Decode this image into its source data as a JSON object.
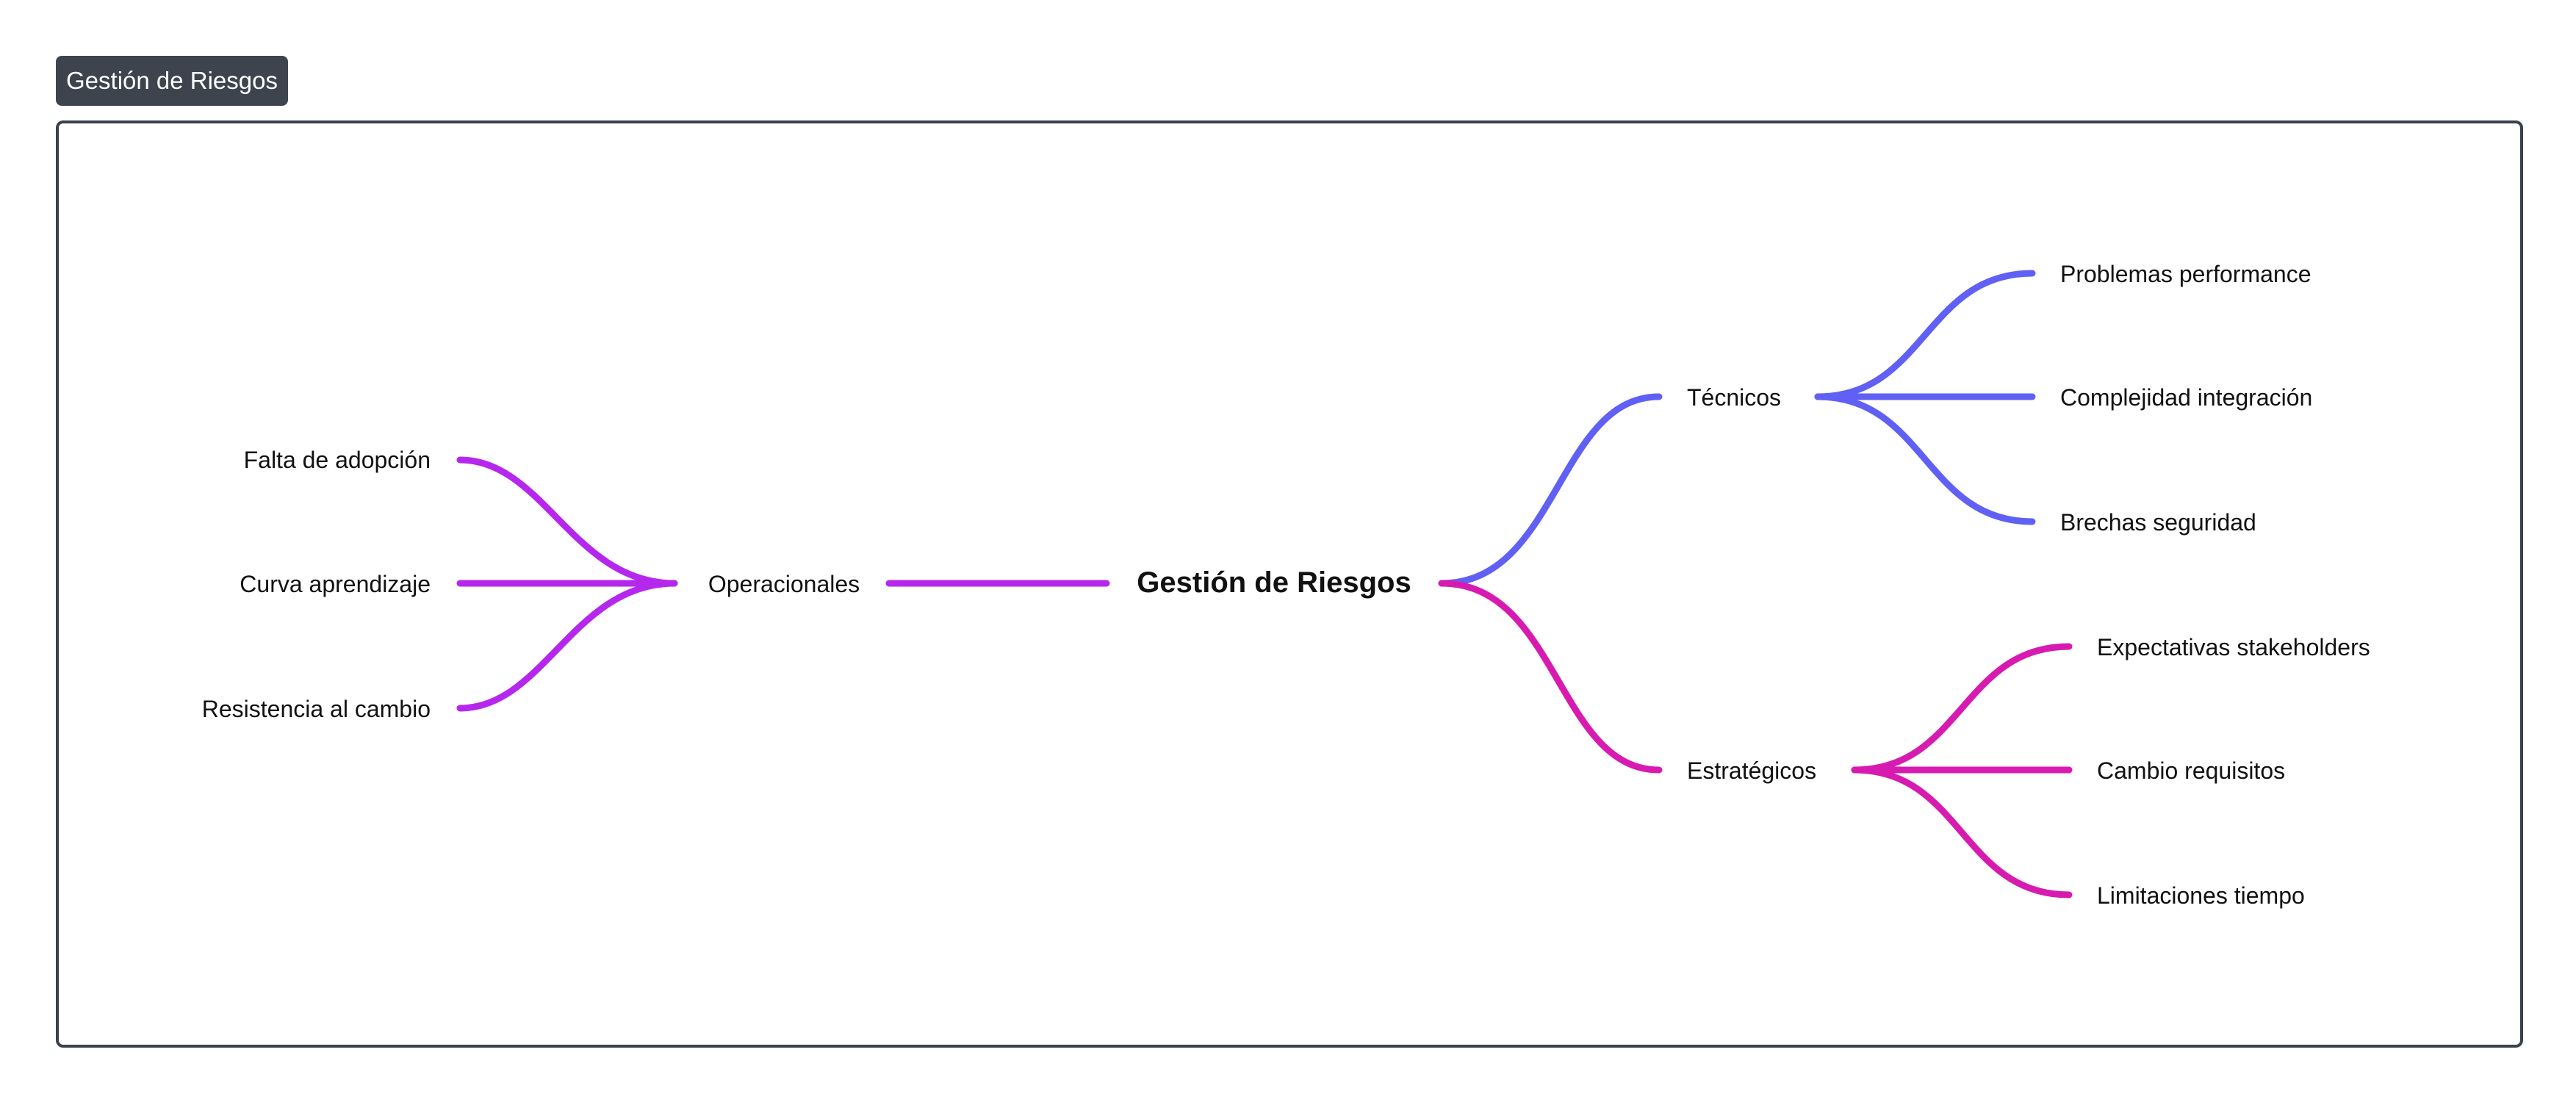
{
  "title_badge": "Gestión de Riesgos",
  "colors": {
    "badge_bg": "#3d444e",
    "frame_border": "#3b414b",
    "operacionales": "#b627ee",
    "tecnicos": "#6060f5",
    "estrategicos": "#d81bb0"
  },
  "mindmap": {
    "root": "Gestión de Riesgos",
    "branches": [
      {
        "key": "operacionales",
        "label": "Operacionales",
        "side": "left",
        "children": [
          "Falta de adopción",
          "Curva aprendizaje",
          "Resistencia al cambio"
        ]
      },
      {
        "key": "tecnicos",
        "label": "Técnicos",
        "side": "right",
        "children": [
          "Problemas performance",
          "Complejidad integración",
          "Brechas seguridad"
        ]
      },
      {
        "key": "estrategicos",
        "label": "Estratégicos",
        "side": "right",
        "children": [
          "Expectativas stakeholders",
          "Cambio requisitos",
          "Limitaciones tiempo"
        ]
      }
    ]
  }
}
